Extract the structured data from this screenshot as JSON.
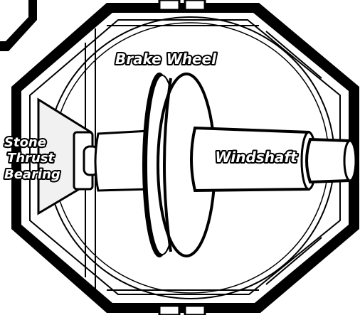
{
  "labels": {
    "brake_wheel": "Brake Wheel",
    "windshaft": "Windshaft",
    "stone_thrust_bearing": [
      "Stone",
      "Thrust",
      "Bearing"
    ]
  },
  "colors": {
    "outline": "#000000",
    "fill": "#ffffff",
    "shade": "#f1f1f1"
  }
}
